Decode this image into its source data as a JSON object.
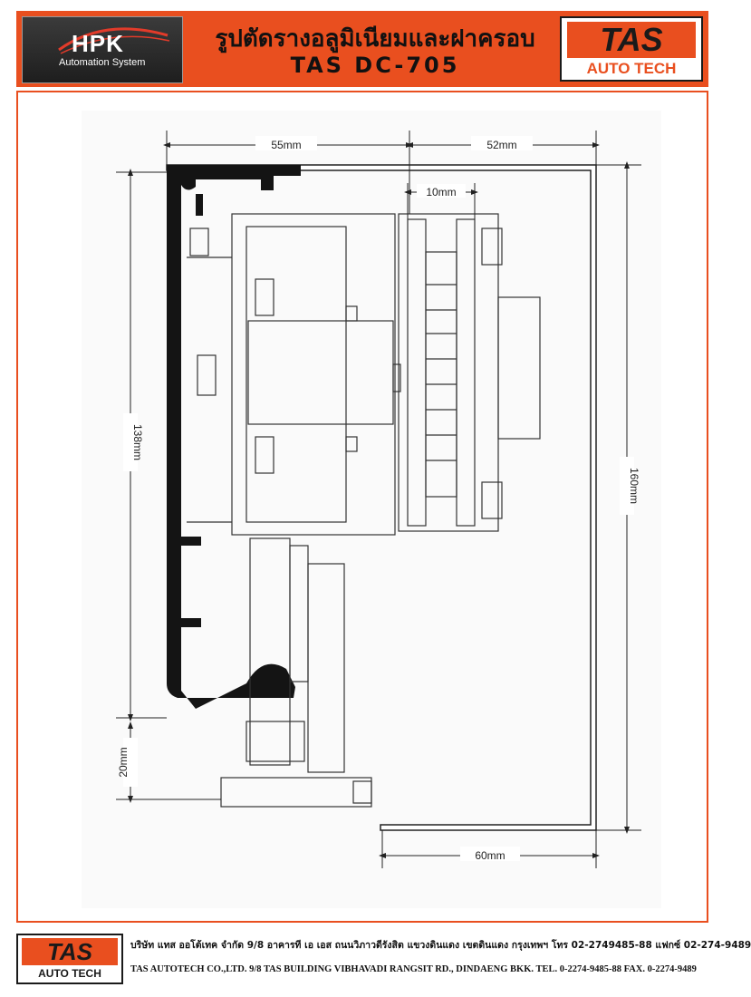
{
  "header": {
    "brand_left": {
      "name": "HPK",
      "subtitle": "Automation System"
    },
    "title_thai": "รูปตัดรางอลูมิเนียมและฝาครอบ",
    "title_model": "TAS DC-705",
    "brand_right": {
      "name": "TAS",
      "subtitle": "AUTO TECH"
    }
  },
  "drawing": {
    "dimensions": {
      "top_left": "55mm",
      "top_right": "52mm",
      "wheel_gap": "10mm",
      "left_height": "138mm",
      "left_bottom": "20mm",
      "right_height": "160mm",
      "bottom_width": "60mm"
    }
  },
  "footer": {
    "brand": {
      "name": "TAS",
      "subtitle": "AUTO TECH"
    },
    "address_thai": "บริษัท แทส ออโต้เทค จำกัด 9/8 อาคารที เอ เอส ถนนวิภาวดีรังสิต แขวงดินแดง เขตดินแดง กรุงเทพฯ โทร 02-2749485-88 แฟกซ์ 02-274-9489",
    "address_en": "TAS AUTOTECH CO.,LTD. 9/8 TAS BUILDING VIBHAVADI RANGSIT RD., DINDAENG BKK. TEL. 0-2274-9485-88 FAX. 0-2274-9489"
  },
  "colors": {
    "accent": "#e94f1f",
    "ink": "#111111"
  }
}
